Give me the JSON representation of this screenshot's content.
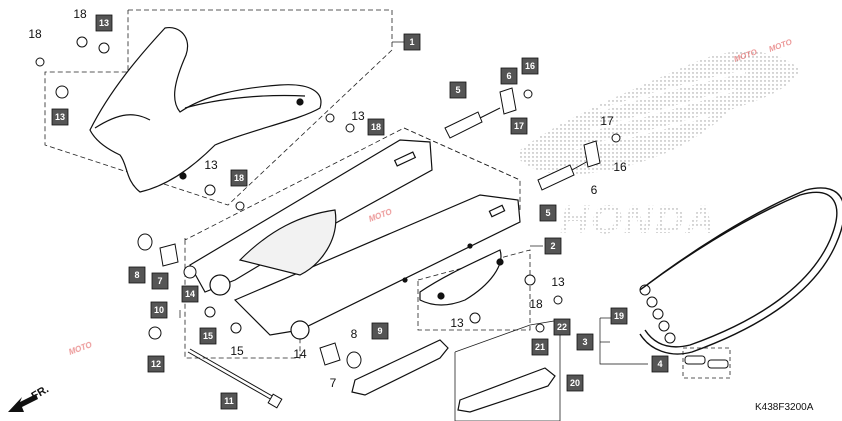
{
  "diagram_code": "K438F3200A",
  "direction_label": "FR.",
  "brand_text": "HONDA",
  "watermark_text": "MOTO",
  "callouts": [
    {
      "id": "c1",
      "label": "1",
      "boxed": true
    },
    {
      "id": "c2",
      "label": "2",
      "boxed": true
    },
    {
      "id": "c3",
      "label": "3",
      "boxed": true
    },
    {
      "id": "c4",
      "label": "4",
      "boxed": true
    },
    {
      "id": "c5a",
      "label": "5",
      "boxed": true
    },
    {
      "id": "c5b",
      "label": "5",
      "boxed": true
    },
    {
      "id": "c6a",
      "label": "6",
      "boxed": true
    },
    {
      "id": "c6b",
      "label": "6",
      "boxed": false
    },
    {
      "id": "c7a",
      "label": "7",
      "boxed": true
    },
    {
      "id": "c7b",
      "label": "7",
      "boxed": false
    },
    {
      "id": "c8a",
      "label": "8",
      "boxed": true
    },
    {
      "id": "c8b",
      "label": "8",
      "boxed": false
    },
    {
      "id": "c9",
      "label": "9",
      "boxed": true
    },
    {
      "id": "c10",
      "label": "10",
      "boxed": true
    },
    {
      "id": "c11",
      "label": "11",
      "boxed": true
    },
    {
      "id": "c12",
      "label": "12",
      "boxed": true
    },
    {
      "id": "c13a",
      "label": "13",
      "boxed": true
    },
    {
      "id": "c13b",
      "label": "13",
      "boxed": true
    },
    {
      "id": "c13c",
      "label": "13",
      "boxed": false
    },
    {
      "id": "c13d",
      "label": "13",
      "boxed": false
    },
    {
      "id": "c13e",
      "label": "13",
      "boxed": false
    },
    {
      "id": "c13f",
      "label": "13",
      "boxed": false
    },
    {
      "id": "c14a",
      "label": "14",
      "boxed": true
    },
    {
      "id": "c14b",
      "label": "14",
      "boxed": false
    },
    {
      "id": "c15a",
      "label": "15",
      "boxed": true
    },
    {
      "id": "c15b",
      "label": "15",
      "boxed": false
    },
    {
      "id": "c16a",
      "label": "16",
      "boxed": true
    },
    {
      "id": "c16b",
      "label": "16",
      "boxed": false
    },
    {
      "id": "c17a",
      "label": "17",
      "boxed": true
    },
    {
      "id": "c17b",
      "label": "17",
      "boxed": false
    },
    {
      "id": "c18a",
      "label": "18",
      "boxed": false
    },
    {
      "id": "c18b",
      "label": "18",
      "boxed": false
    },
    {
      "id": "c18c",
      "label": "18",
      "boxed": true
    },
    {
      "id": "c18d",
      "label": "18",
      "boxed": true
    },
    {
      "id": "c18e",
      "label": "18",
      "boxed": false
    },
    {
      "id": "c19",
      "label": "19",
      "boxed": true
    },
    {
      "id": "c20",
      "label": "20",
      "boxed": true
    },
    {
      "id": "c21",
      "label": "21",
      "boxed": true
    },
    {
      "id": "c22",
      "label": "22",
      "boxed": true
    }
  ]
}
